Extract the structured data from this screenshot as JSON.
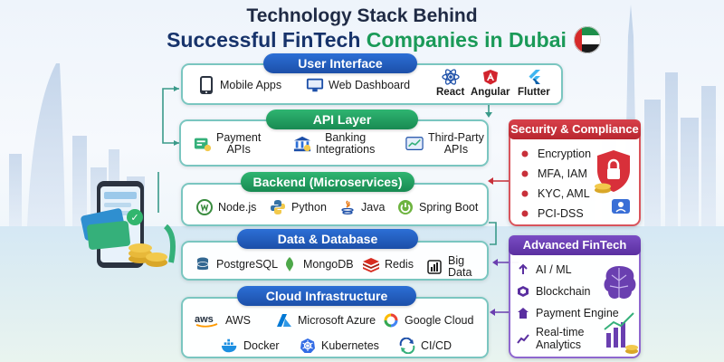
{
  "title": {
    "line1": "Technology Stack Behind",
    "line2_part1": "Successful FinTech",
    "line2_part2": "Companies in Dubai"
  },
  "layers": {
    "ui": {
      "heading": "User Interface",
      "items": [
        "Mobile Apps",
        "Web Dashboard"
      ],
      "frameworks": [
        "React",
        "Angular",
        "Flutter"
      ]
    },
    "api": {
      "heading": "API Layer",
      "items": [
        "Payment\nAPIs",
        "Banking\nIntegrations",
        "Third-Party\nAPIs"
      ]
    },
    "backend": {
      "heading": "Backend (Microservices)",
      "items": [
        "Node.js",
        "Python",
        "Java",
        "Spring Boot"
      ]
    },
    "data": {
      "heading": "Data & Database",
      "items": [
        "PostgreSQL",
        "MongoDB",
        "Redis",
        "Big Data"
      ]
    },
    "cloud": {
      "heading": "Cloud Infrastructure",
      "items": [
        "AWS",
        "Microsoft Azure",
        "Google Cloud",
        "Docker",
        "Kubernetes",
        "CI/CD"
      ]
    }
  },
  "security": {
    "heading": "Security & Compliance",
    "items": [
      "Encryption",
      "MFA, IAM",
      "KYC, AML",
      "PCI-DSS"
    ]
  },
  "advanced": {
    "heading": "Advanced FinTech",
    "items": [
      "AI / ML",
      "Blockchain",
      "Payment Engine",
      "Real-time\nAnalytics"
    ]
  },
  "icon_labels": {
    "aws": "aws",
    "wallet_check": "✓"
  },
  "colors": {
    "blue": "#1c4fa8",
    "green": "#1a9a58",
    "teal_border": "#7ac6c0",
    "security_red": "#c8303a",
    "advanced_purple": "#6a3fb0"
  }
}
